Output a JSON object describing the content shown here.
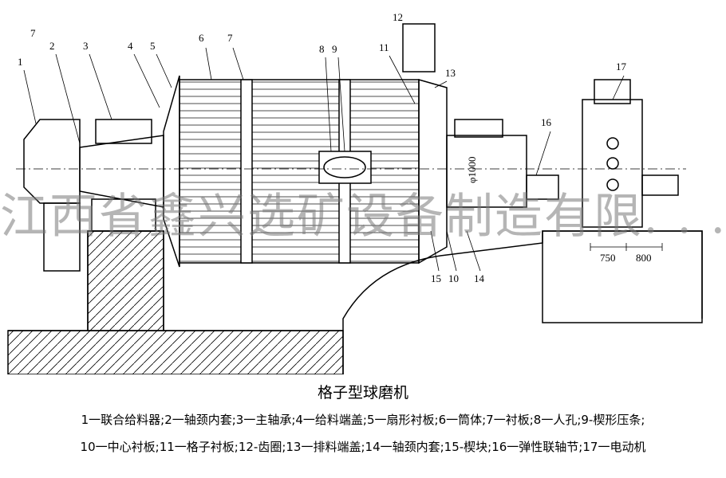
{
  "title": "格子型球磨机",
  "caption_lines": [
    "1一联合给料器;2一轴颈内套;3一主轴承;4一给料端盖;5一扇形衬板;6一筒体;7一衬板;8一人孔;9-楔形压条;",
    "10一中心衬板;11一格子衬板;12-齿圈;13一排料端盖;14一轴颈内套;15-楔块;16一弹性联轴节;17一电动机"
  ],
  "callouts": {
    "c1": "1",
    "c7a": "7",
    "c2": "2",
    "c3": "3",
    "c4": "4",
    "c5": "5",
    "c6": "6",
    "c7b": "7",
    "c8": "8",
    "c9": "9",
    "c11": "11",
    "c12": "12",
    "c13": "13",
    "c16": "16",
    "c17": "17",
    "c15": "15",
    "c10": "10",
    "c14": "14"
  },
  "dimensions": {
    "diameter": "φ1000",
    "d750": "750",
    "d800": "800"
  },
  "watermark": "江西省鑫兴选矿设备制造有限. . ."
}
